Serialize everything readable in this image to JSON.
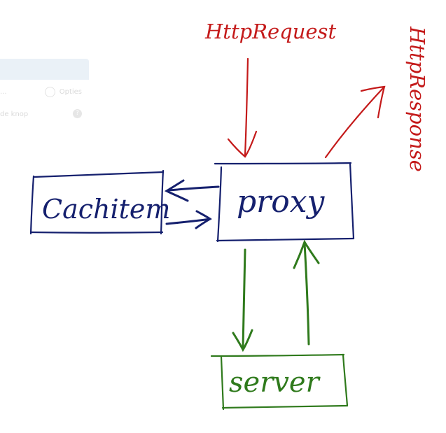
{
  "colors": {
    "request": "#c41a1a",
    "cache": "#15206e",
    "server": "#2f7a1c",
    "ghost_header": "#8fb3d6"
  },
  "labels": {
    "http_request": "HttpRequest",
    "http_response": "HttpResponse",
    "cachitem": "Cachitem",
    "proxy": "proxy",
    "server": "server"
  },
  "ghost_ui": {
    "options_label": "Opties",
    "row2_text": "de knop",
    "row1_text": "...",
    "help_icon": "help-icon",
    "refresh_icon": "refresh-icon"
  }
}
